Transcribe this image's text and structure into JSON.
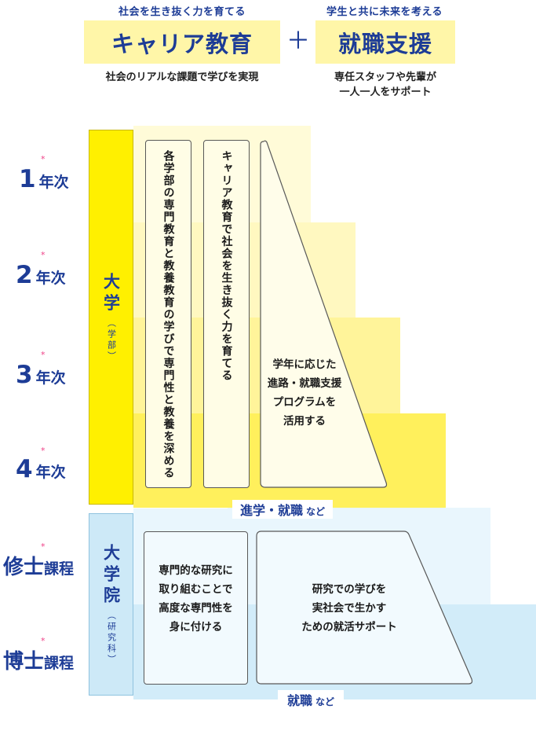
{
  "header": {
    "left": {
      "kicker": "社会を生き抜く力を育てる",
      "title": "キャリア教育",
      "caption": "社会のリアルな課題で学びを実現"
    },
    "plus": "＋",
    "right": {
      "kicker": "学生と共に未来を考える",
      "title": "就職支援",
      "caption_line1": "専任スタッフや先輩が",
      "caption_line2": "一人一人をサポート"
    }
  },
  "years": [
    {
      "num": "1",
      "unit": "年次"
    },
    {
      "num": "2",
      "unit": "年次"
    },
    {
      "num": "3",
      "unit": "年次"
    },
    {
      "num": "4",
      "unit": "年次"
    }
  ],
  "grad_years": [
    {
      "name": "修士",
      "unit": "課程"
    },
    {
      "name": "博士",
      "unit": "課程"
    }
  ],
  "star": "*",
  "undergrad": {
    "title": "大学",
    "sub": "（学部）",
    "column1": "各学部の専門教育と教養教育の学びで専門性と教養を深める",
    "column2": "キャリア教育で社会を生き抜く力を育てる",
    "program_line1": "学年に応じた",
    "program_line2": "進路・就職支援",
    "program_line3": "プログラムを",
    "program_line4": "活用する",
    "outcome_main": "進学・就職",
    "outcome_small": "など"
  },
  "graduate": {
    "title": "大学院",
    "sub": "（研究科）",
    "box1_line1": "専門的な研究に",
    "box1_line2": "取り組むことで",
    "box1_line3": "高度な専門性を",
    "box1_line4": "身に付ける",
    "box2_line1": "研究での学びを",
    "box2_line2": "実社会で生かす",
    "box2_line3": "ための就活サポート",
    "outcome_main": "就職",
    "outcome_small": "など"
  },
  "colors": {
    "navy": "#1d3c96",
    "pink": "#ef3f86",
    "yellow_light": "#fff6a8",
    "yellow_pillar": "#fff000",
    "blue_light": "#e4f4fc",
    "blue_pillar": "#cde9f7"
  }
}
